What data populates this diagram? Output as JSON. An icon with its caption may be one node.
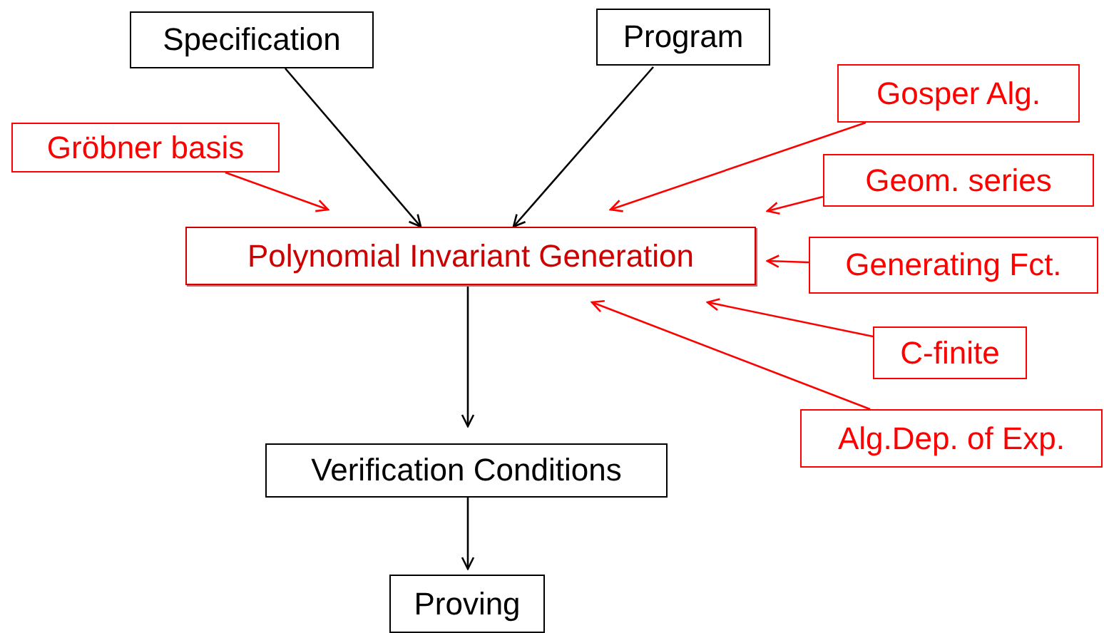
{
  "diagram": {
    "nodes": [
      {
        "text": [
          "Specification"
        ]
      },
      {
        "text": [
          "Program"
        ]
      },
      {
        "text": [
          "Gröbner basis"
        ]
      },
      {
        "text": [
          "Gosper Alg."
        ]
      },
      {
        "text": [
          "Geom. series"
        ]
      },
      {
        "text": [
          "Polynomial Invariant Generation"
        ]
      },
      {
        "text": [
          "Generating Fct."
        ]
      },
      {
        "text": [
          "C-finite"
        ]
      },
      {
        "text": [
          "Alg.Dep. of Exp."
        ]
      },
      {
        "text": [
          "Verification Conditions"
        ]
      },
      {
        "text": [
          "Proving"
        ]
      }
    ],
    "edges": [
      {
        "from": 0,
        "to": 5,
        "arrow": "to",
        "color": "#000000"
      },
      {
        "from": 1,
        "to": 5,
        "arrow": "to",
        "color": "#000000"
      },
      {
        "from": 2,
        "to": 5,
        "arrow": "to"
      },
      {
        "from": 3,
        "to": 5,
        "arrow": "to"
      },
      {
        "from": 4,
        "to": 5,
        "arrow": "to"
      },
      {
        "from": 6,
        "to": 5,
        "arrow": "to"
      },
      {
        "from": 7,
        "to": 5,
        "arrow": "to"
      },
      {
        "from": 8,
        "to": 5,
        "arrow": "to"
      },
      {
        "from": 5,
        "to": 9,
        "arrow": "to",
        "color": "#000000"
      },
      {
        "from": 9,
        "to": 10,
        "arrow": "to",
        "color": "#000000"
      }
    ]
  }
}
